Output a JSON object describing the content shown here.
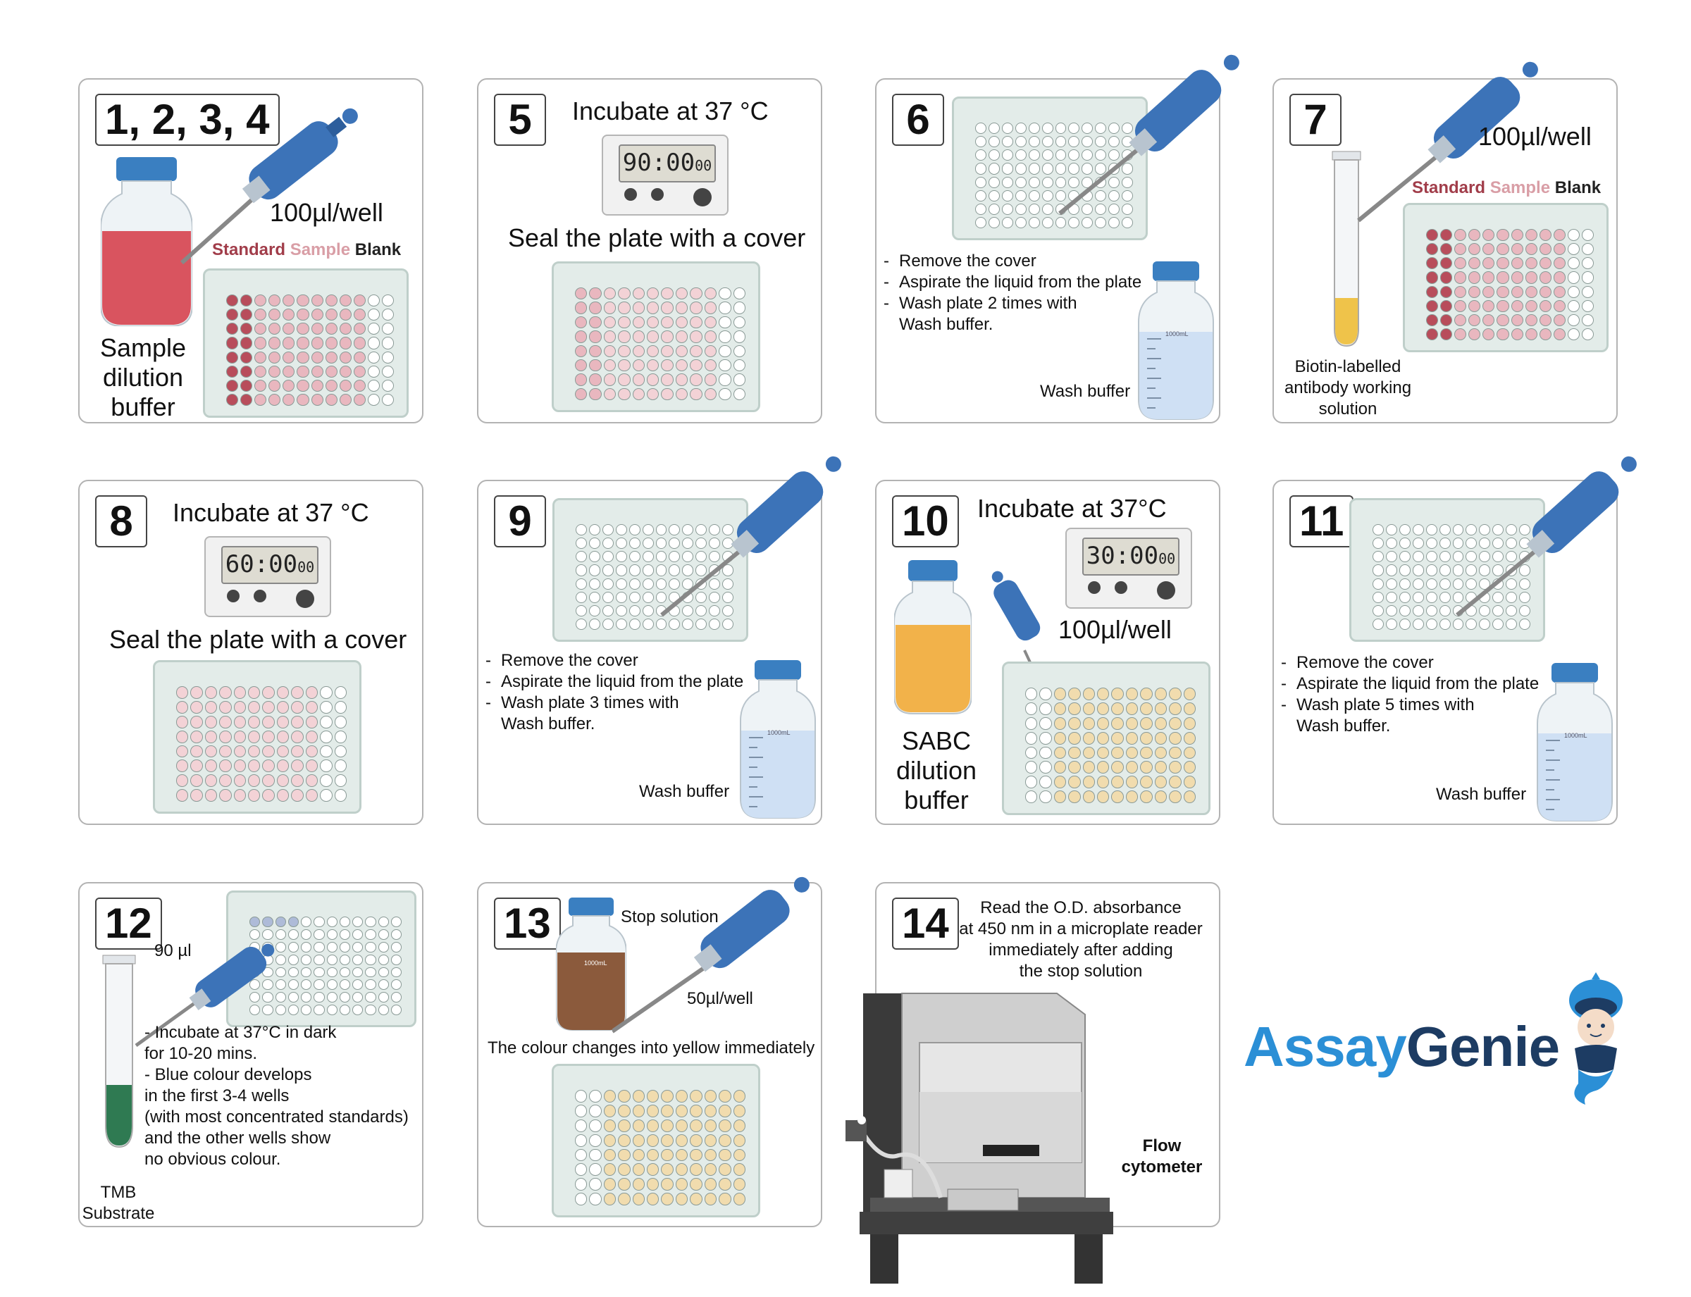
{
  "panels": {
    "p1": {
      "step": "1, 2, 3, 4",
      "volume": "100µl/well",
      "legend": {
        "standard": "Standard",
        "sample": "Sample",
        "blank": "Blank"
      },
      "bottle_label": [
        "Sample",
        "dilution",
        "buffer"
      ]
    },
    "p5": {
      "step": "5",
      "title": "Incubate at 37 °C",
      "timer": "90:00",
      "timer_small": "00",
      "caption": "Seal the plate with a cover"
    },
    "p6": {
      "step": "6",
      "list": [
        "Remove the cover",
        "Aspirate the liquid from the plate",
        "Wash plate 2 times with",
        "Wash buffer."
      ],
      "bottle": "Wash buffer"
    },
    "p7": {
      "step": "7",
      "volume": "100µl/well",
      "legend": {
        "standard": "Standard",
        "sample": "Sample",
        "blank": "Blank"
      },
      "tube_label": [
        "Biotin-labelled",
        "antibody working",
        "solution"
      ]
    },
    "p8": {
      "step": "8",
      "title": "Incubate at 37 °C",
      "timer": "60:00",
      "timer_small": "00",
      "caption": "Seal the plate with a cover"
    },
    "p9": {
      "step": "9",
      "list": [
        "Remove the cover",
        "Aspirate the liquid from the plate",
        "Wash plate 3 times with",
        "Wash buffer."
      ],
      "bottle": "Wash buffer"
    },
    "p10": {
      "step": "10",
      "title": "Incubate at 37°C",
      "timer": "30:00",
      "timer_small": "00",
      "volume": "100µl/well",
      "bottle_label": [
        "SABC",
        "dilution",
        "buffer"
      ]
    },
    "p11": {
      "step": "11",
      "list": [
        "Remove the cover",
        "Aspirate the liquid from the plate",
        "Wash plate 5 times with",
        "Wash buffer."
      ],
      "bottle": "Wash buffer"
    },
    "p12": {
      "step": "12",
      "volume": "90 µl",
      "list": [
        "Incubate at 37°C in dark",
        "for 10-20 mins.",
        "Blue colour develops",
        "in the first 3-4 wells",
        "(with most concentrated standards)",
        "and the other wells show",
        "no obvious colour."
      ],
      "tube_label": [
        "TMB",
        "Substrate"
      ]
    },
    "p13": {
      "step": "13",
      "bottle": "Stop solution",
      "volume": "50µl/well",
      "caption": "The colour changes into yellow immediately"
    },
    "p14": {
      "step": "14",
      "text": [
        "Read the O.D. absorbance",
        "at 450 nm in a microplate reader",
        "immediately after adding",
        "the stop solution"
      ],
      "device": [
        "Flow",
        "cytometer"
      ]
    }
  },
  "bottle_scale": "1000mL",
  "logo": {
    "part1": "Assay",
    "part2": "Genie",
    "color1": "#2b8fd6",
    "color2": "#1d3c63"
  },
  "colors": {
    "red": "#b84d5b",
    "pink": "#e9b7bf",
    "pale_pink": "#f3d2d6",
    "yellow": "#f1dcae",
    "blue_wash": "#cfe0f4",
    "pipette": "#3c73b8"
  }
}
